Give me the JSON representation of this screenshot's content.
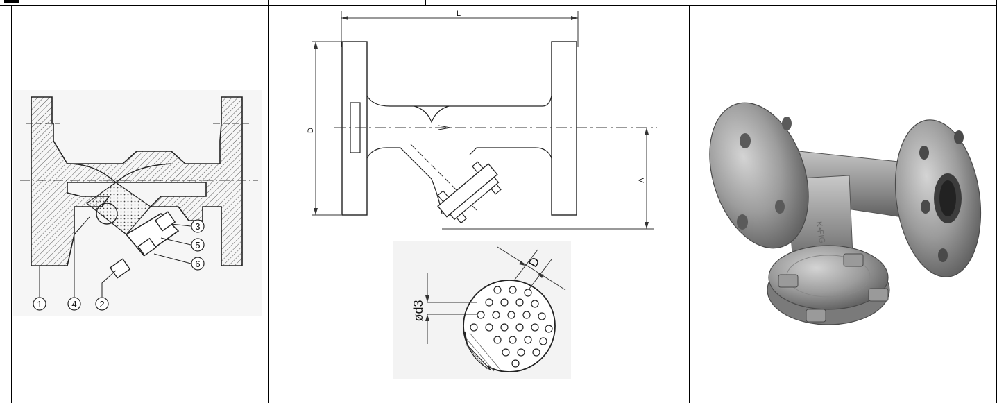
{
  "table": {
    "columns": 3
  },
  "section_view": {
    "part_numbers": [
      "1",
      "4",
      "2",
      "3",
      "5",
      "6"
    ]
  },
  "dimension_drawing": {
    "dim_length": "L",
    "dim_diameter": "D",
    "dim_height": "A",
    "screen_hole": "ød3",
    "screen_pitch": "D"
  },
  "product_photo": {
    "cast_marking": "K•FIG"
  }
}
